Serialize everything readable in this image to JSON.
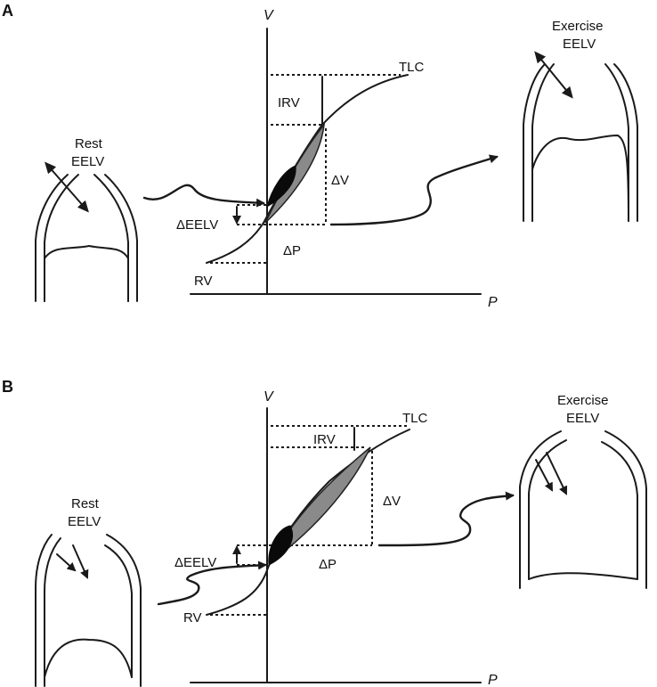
{
  "panels": [
    {
      "id": "A",
      "panel_label": "A",
      "axis_y": "V",
      "axis_x": "P",
      "labels": {
        "tlc": "TLC",
        "irv": "IRV",
        "delta_v": "ΔV",
        "delta_eelv": "ΔEELV",
        "delta_p": "ΔP",
        "rv": "RV"
      },
      "rest": {
        "line1": "Rest",
        "line2": "EELV"
      },
      "exercise": {
        "line1": "Exercise",
        "line2": "EELV"
      }
    },
    {
      "id": "B",
      "panel_label": "B",
      "axis_y": "V",
      "axis_x": "P",
      "labels": {
        "tlc": "TLC",
        "irv": "IRV",
        "delta_v": "ΔV",
        "delta_eelv": "ΔEELV",
        "delta_p": "ΔP",
        "rv": "RV"
      },
      "rest": {
        "line1": "Rest",
        "line2": "EELV"
      },
      "exercise": {
        "line1": "Exercise",
        "line2": "EELV"
      }
    }
  ],
  "colors": {
    "ink": "#1a1a1a",
    "loop_fill": "#8a8a8a",
    "core_fill": "#0a0a0a",
    "background": "#ffffff"
  }
}
